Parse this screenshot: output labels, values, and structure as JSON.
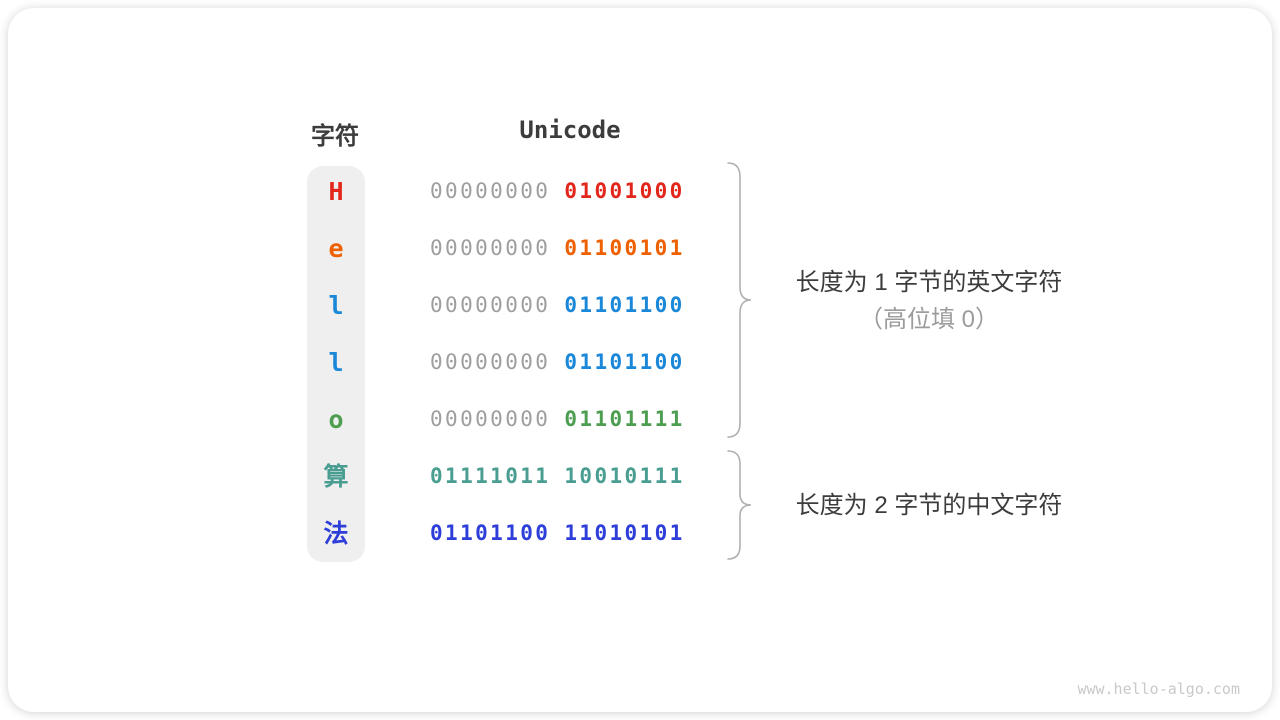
{
  "table": {
    "headers": {
      "char": "字符",
      "unicode": "Unicode"
    },
    "rows": [
      {
        "char": "H",
        "char_color": "#e2261b",
        "bytes": [
          {
            "text": "00000000",
            "color": "#9e9e9e",
            "bold": false
          },
          {
            "text": "01001000",
            "color": "#e2261b",
            "bold": true
          }
        ]
      },
      {
        "char": "e",
        "char_color": "#ee6000",
        "bytes": [
          {
            "text": "00000000",
            "color": "#9e9e9e",
            "bold": false
          },
          {
            "text": "01100101",
            "color": "#ee6000",
            "bold": true
          }
        ]
      },
      {
        "char": "l",
        "char_color": "#1b87d8",
        "bytes": [
          {
            "text": "00000000",
            "color": "#9e9e9e",
            "bold": false
          },
          {
            "text": "01101100",
            "color": "#1b87d8",
            "bold": true
          }
        ]
      },
      {
        "char": "l",
        "char_color": "#1b87d8",
        "bytes": [
          {
            "text": "00000000",
            "color": "#9e9e9e",
            "bold": false
          },
          {
            "text": "01101100",
            "color": "#1b87d8",
            "bold": true
          }
        ]
      },
      {
        "char": "o",
        "char_color": "#4e9e51",
        "bytes": [
          {
            "text": "00000000",
            "color": "#9e9e9e",
            "bold": false
          },
          {
            "text": "01101111",
            "color": "#4e9e51",
            "bold": true
          }
        ]
      },
      {
        "char": "算",
        "char_color": "#4a9e91",
        "bytes": [
          {
            "text": "01111011",
            "color": "#4a9e91",
            "bold": true
          },
          {
            "text": "10010111",
            "color": "#4a9e91",
            "bold": true
          }
        ]
      },
      {
        "char": "法",
        "char_color": "#2e3ed9",
        "bytes": [
          {
            "text": "01101100",
            "color": "#2e3ed9",
            "bold": true
          },
          {
            "text": "11010101",
            "color": "#2e3ed9",
            "bold": true
          }
        ]
      }
    ]
  },
  "annotations": [
    {
      "lines": [
        {
          "text": "长度为 1 字节的英文字符",
          "color": "#3c3c3c"
        },
        {
          "text": "（高位填 0）",
          "color": "#9c9c9c"
        }
      ]
    },
    {
      "lines": [
        {
          "text": "长度为 2 字节的中文字符",
          "color": "#3c3c3c"
        }
      ]
    }
  ],
  "watermark": "www.hello-algo.com",
  "colors": {
    "card_background": "#ffffff",
    "char_column_background": "#efefef",
    "header_text": "#3c3c3c",
    "leading_zeros_gray": "#9e9e9e",
    "brace_gray": "#b0b0b0",
    "watermark_gray": "#c9c9c9",
    "red": "#e2261b",
    "orange": "#ee6000",
    "blue": "#1b87d8",
    "green": "#4e9e51",
    "teal": "#4a9e91",
    "indigo": "#2e3ed9"
  }
}
